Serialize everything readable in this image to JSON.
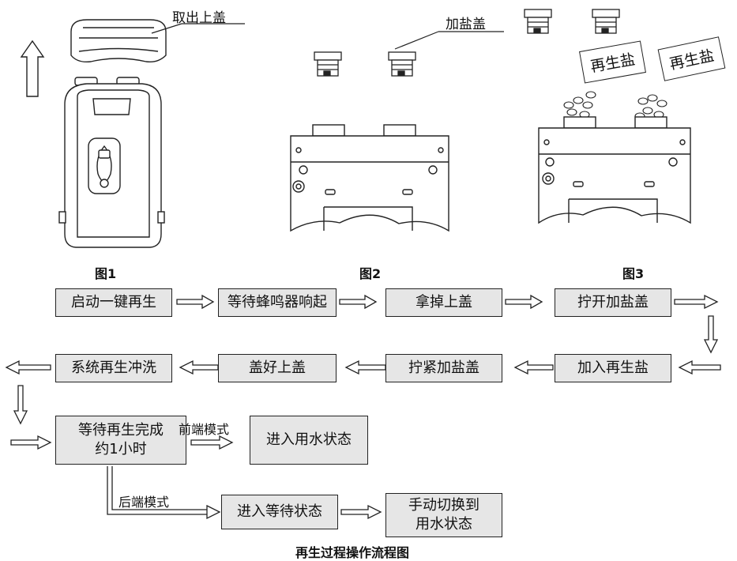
{
  "illustration": {
    "label_remove_lid": "取出上盖",
    "label_salt_cap": "加盐盖",
    "salt_card_1": "再生盐",
    "salt_card_2": "再生盐",
    "fig1": "图1",
    "fig2": "图2",
    "fig3": "图3"
  },
  "flow": {
    "step1": "启动一键再生",
    "step2": "等待蜂鸣器响起",
    "step3": "拿掉上盖",
    "step4": "拧开加盐盖",
    "step5": "加入再生盐",
    "step6": "拧紧加盐盖",
    "step7": "盖好上盖",
    "step8": "系统再生冲洗",
    "step9_line1": "等待再生完成",
    "step9_line2": "约1小时",
    "step10": "进入用水状态",
    "step11": "进入等待状态",
    "step12_line1": "手动切换到",
    "step12_line2": "用水状态",
    "front_mode": "前端模式",
    "rear_mode": "后端模式"
  },
  "caption": "再生过程操作流程图"
}
